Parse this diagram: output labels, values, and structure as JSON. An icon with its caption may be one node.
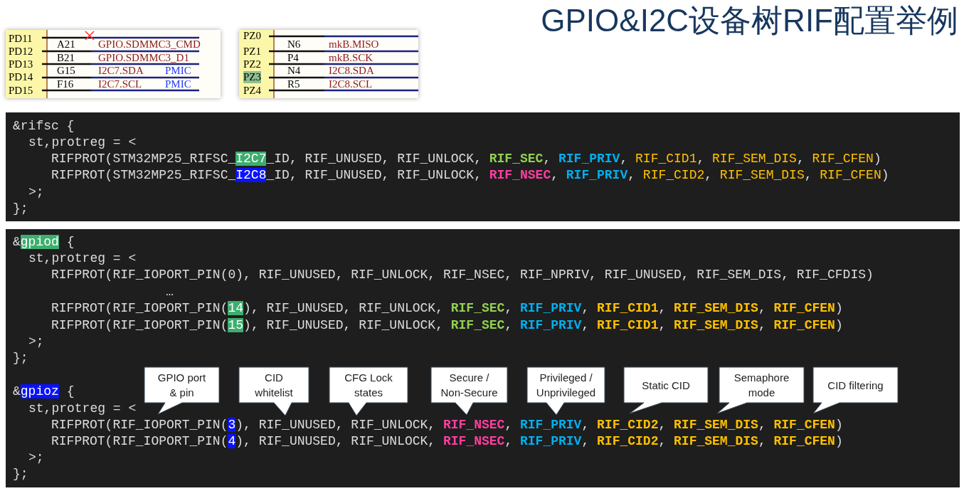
{
  "diagram": {
    "title": "GPIO&I2C设备树RIF配置举例",
    "nodes": [
      {
        "text": [
          "PD11",
          "PD12",
          "PD13",
          "PD14",
          "PD15",
          "A21",
          "GPIO.SDMMC3_CMD",
          "B21",
          "GPIO.SDMMC3_D1",
          "G15",
          "I2C7.SDA",
          "PMIC",
          "F16",
          "I2C7.SCL",
          "PMIC"
        ]
      },
      {
        "text": [
          "PZ0",
          "PZ1",
          "PZ2",
          "PZ3",
          "PZ4",
          "N6",
          "mkB.MISO",
          "P4",
          "mkB.SCK",
          "N4",
          "I2C8.SDA",
          "R5",
          "I2C8.SCL"
        ]
      },
      {
        "text": [
          "&rifsc {",
          "st,protreg = <",
          "RIFPROT(STM32MP25_RIFSC_I2C7_ID, RIF_UNUSED, RIF_UNLOCK, RIF_SEC, RIF_PRIV, RIF_CID1, RIF_SEM_DIS, RIF_CFEN)",
          "RIFPROT(STM32MP25_RIFSC_I2C8_ID, RIF_UNUSED, RIF_UNLOCK, RIF_NSEC, RIF_PRIV, RIF_CID2, RIF_SEM_DIS, RIF_CFEN)",
          ">;",
          "};"
        ]
      },
      {
        "text": [
          "&gpiod {",
          "st,protreg = <",
          "RIFPROT(RIF_IOPORT_PIN(0), RIF_UNUSED, RIF_UNLOCK, RIF_NSEC, RIF_NPRIV, RIF_UNUSED, RIF_SEM_DIS, RIF_CFDIS)",
          "…",
          "RIFPROT(RIF_IOPORT_PIN(14), RIF_UNUSED, RIF_UNLOCK, RIF_SEC, RIF_PRIV, RIF_CID1, RIF_SEM_DIS, RIF_CFEN)",
          "RIFPROT(RIF_IOPORT_PIN(15), RIF_UNUSED, RIF_UNLOCK, RIF_SEC, RIF_PRIV, RIF_CID1, RIF_SEM_DIS, RIF_CFEN)",
          ">;",
          "};",
          "&gpioz {",
          "st,protreg = <",
          "RIFPROT(RIF_IOPORT_PIN(3), RIF_UNUSED, RIF_UNLOCK, RIF_NSEC, RIF_PRIV, RIF_CID2, RIF_SEM_DIS, RIF_CFEN)",
          "RIFPROT(RIF_IOPORT_PIN(4), RIF_UNUSED, RIF_UNLOCK, RIF_NSEC, RIF_PRIV, RIF_CID2, RIF_SEM_DIS, RIF_CFEN)",
          ">;",
          "};"
        ]
      },
      {
        "text": [
          "GPIO port & pin"
        ],
        "in": 3
      },
      {
        "text": [
          "CID whitelist"
        ],
        "in": 3
      },
      {
        "text": [
          "CFG Lock states"
        ],
        "in": 3
      },
      {
        "text": [
          "Secure / Non-Secure"
        ],
        "in": 3
      },
      {
        "text": [
          "Privileged / Unprivileged"
        ],
        "in": 3
      },
      {
        "text": [
          "Static CID"
        ],
        "in": 3
      },
      {
        "text": [
          "Semaphore mode"
        ],
        "in": 3
      },
      {
        "text": [
          "CID filtering"
        ],
        "in": 3
      }
    ]
  }
}
